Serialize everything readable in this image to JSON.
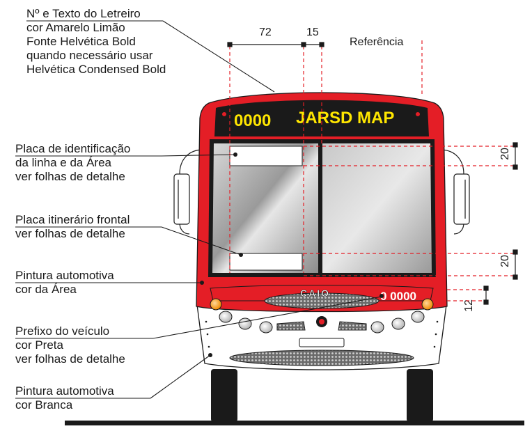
{
  "sign": {
    "number": "0000",
    "text": "JARSD MAP"
  },
  "prefix": "0 0000",
  "logo": "CAIO",
  "dimensions": {
    "top_left": "72",
    "top_right": "15",
    "reference": "Referência",
    "side_upper": "20",
    "side_lower": "20",
    "side_small": "12"
  },
  "labels": {
    "sign_label": [
      "Nº e Texto do Letreiro",
      "cor Amarelo Limão",
      "Fonte Helvética Bold",
      "quando necessário usar",
      "Helvética Condensed Bold"
    ],
    "ident_plate": [
      "Placa de identificação",
      "da linha e da Área",
      "ver folhas de detalhe"
    ],
    "route_plate": [
      "Placa itinerário frontal",
      "ver folhas de detalhe"
    ],
    "paint_area": [
      "Pintura automotiva",
      "cor da Área"
    ],
    "prefix_label": [
      "Prefixo do veículo",
      "cor Preta",
      "ver folhas de detalhe"
    ],
    "paint_white": [
      "Pintura automotiva",
      "cor Branca"
    ]
  },
  "colors": {
    "body_red": "#e41e26",
    "sign_yellow": "#ffe600",
    "white": "#ffffff",
    "black": "#1a1a1a",
    "dash_red": "#e41e26"
  }
}
